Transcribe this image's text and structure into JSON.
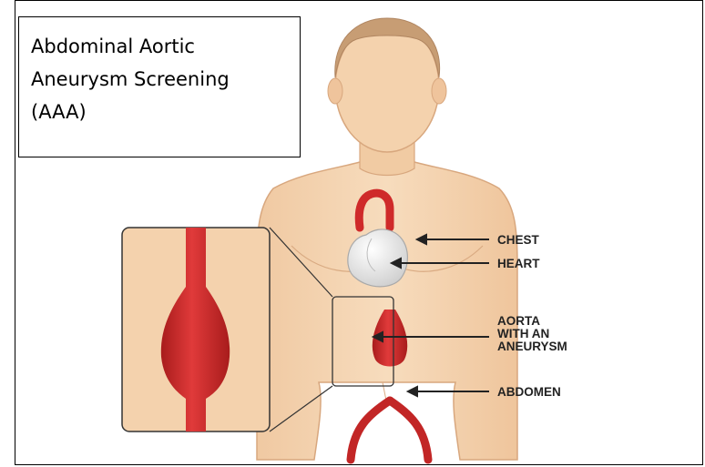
{
  "title": {
    "line1": "Abdominal Aortic",
    "line2": "Aneurysm Screening",
    "line3": "(AAA)"
  },
  "labels": {
    "chest": "CHEST",
    "heart": "HEART",
    "aorta_line1": "AORTA",
    "aorta_line2": "WITH AN",
    "aorta_line3": "ANEURYSM",
    "abdomen": "ABDOMEN"
  },
  "colors": {
    "skin": "#f4d2ad",
    "skin_outline": "#d8a77e",
    "hair": "#c79d74",
    "aorta": "#cf2a2a",
    "heart": "#f2f2f2"
  }
}
